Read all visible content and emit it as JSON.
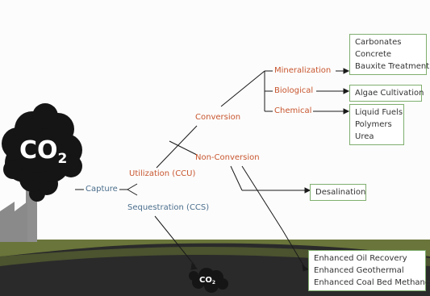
{
  "labels": {
    "co2_source": "CO",
    "co2_source_sub": "2",
    "co2_ground": "CO",
    "co2_ground_sub": "2",
    "capture": "Capture",
    "utilization": "Utilization (CCU)",
    "sequestration": "Sequestration (CCS)",
    "conversion": "Conversion",
    "non_conversion": "Non-Conversion",
    "mineralization": "Mineralization",
    "biological": "Biological",
    "chemical": "Chemical"
  },
  "boxes": {
    "mineralization": [
      "Carbonates",
      "Concrete",
      "Bauxite Treatment"
    ],
    "biological": [
      "Algae Cultivation"
    ],
    "chemical": [
      "Liquid Fuels",
      "Polymers",
      "Urea"
    ],
    "desalination": [
      "Desalination"
    ],
    "enhanced": [
      "Enhanced Oil Recovery",
      "Enhanced Geothermal",
      "Enhanced Coal Bed Methane"
    ]
  },
  "colors": {
    "orange_label": "#c8562f",
    "blue_label": "#4b6f8d",
    "box_border": "#7fae6e",
    "ground_dark": "#2a2a2a",
    "ground_green": "#69753a",
    "smoke": "#151515",
    "factory": "#8f8f8f"
  }
}
